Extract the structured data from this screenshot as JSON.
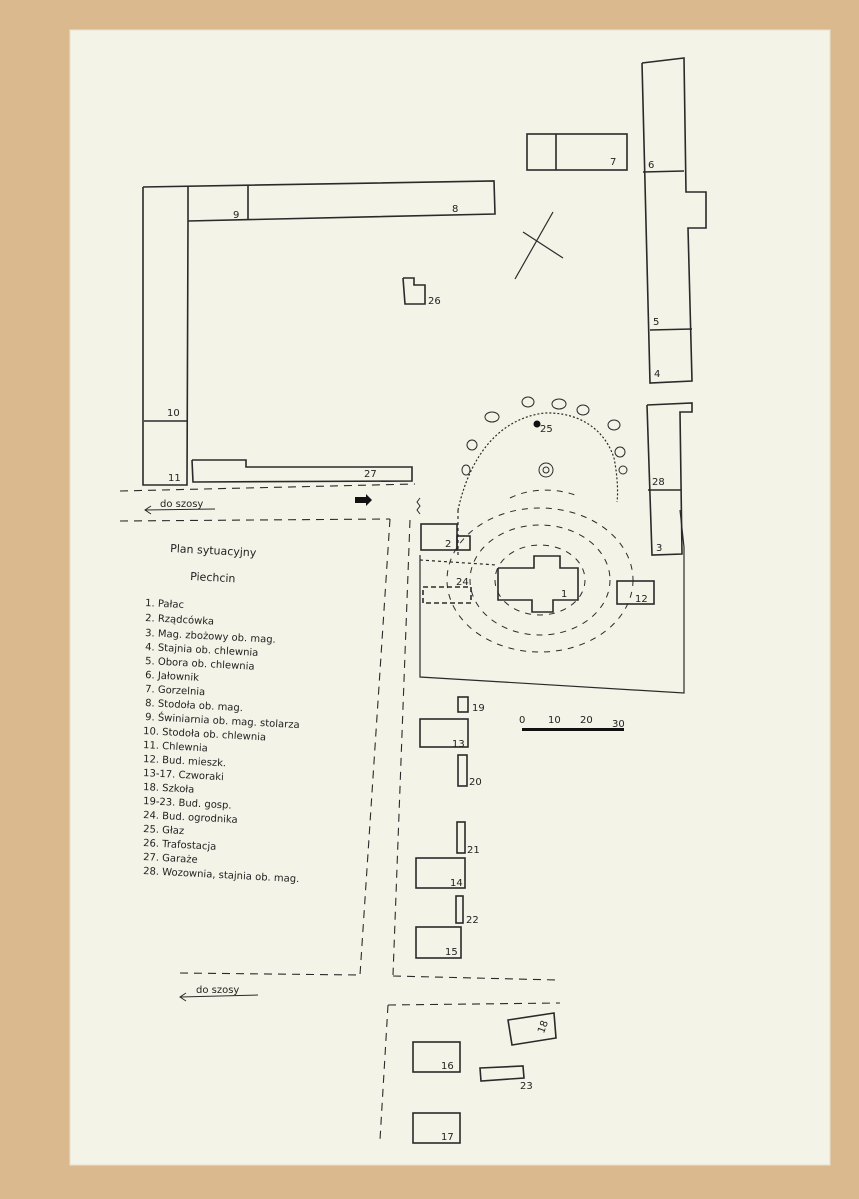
{
  "plan": {
    "title": "Plan sytuacyjny",
    "place": "Piechcin",
    "legend": [
      "1. Pałac",
      "2. Rządcówka",
      "3. Mag. zbożowy ob. mag.",
      "4. Stajnia ob. chlewnia",
      "5. Obora ob. chlewnia",
      "6. Jałownik",
      "7. Gorzelnia",
      "8. Stodoła ob. mag.",
      "9. Świniarnia ob. mag. stolarza",
      "10. Stodoła ob. chlewnia",
      "11. Chlewnia",
      "12. Bud. mieszk.",
      "13-17. Czworaki",
      "18. Szkoła",
      "19-23. Bud. gosp.",
      "24. Bud. ogrodnika",
      "25. Głaz",
      "26. Trafostacja",
      "27. Garaże",
      "28. Wozownia, stajnia ob. mag."
    ],
    "road_label_top": "do szosy",
    "road_label_bottom": "do szosy",
    "scale_labels": [
      "0",
      "10",
      "20",
      "30"
    ],
    "building_numbers": {
      "b1": "1",
      "b2": "2",
      "b3": "3",
      "b4": "4",
      "b5": "5",
      "b6": "6",
      "b7": "7",
      "b8": "8",
      "b9": "9",
      "b10": "10",
      "b11": "11",
      "b12": "12",
      "b13": "13",
      "b14": "14",
      "b15": "15",
      "b16": "16",
      "b17": "17",
      "b18": "18",
      "b19": "19",
      "b20": "20",
      "b21": "21",
      "b22": "22",
      "b23": "23",
      "b24": "24",
      "b25": "25",
      "b26": "26",
      "b27": "27",
      "b28": "28"
    }
  }
}
